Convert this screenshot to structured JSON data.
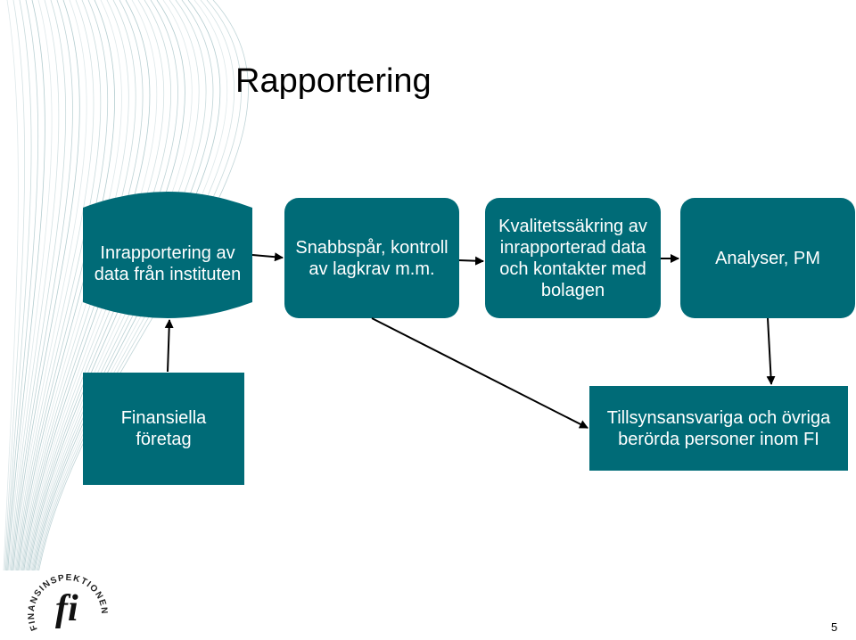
{
  "slide": {
    "title": "Rapportering",
    "page_number": "5"
  },
  "nodes": {
    "inrapportering": {
      "line1": "Inrapportering av",
      "line2": "data från instituten"
    },
    "snabbspar": {
      "line1": "Snabbspår, kontroll",
      "line2": "av lagkrav m.m."
    },
    "kvalitet": {
      "line1": "Kvalitetssäkring av",
      "line2": "inrapporterad data",
      "line3": "och kontakter med",
      "line4": "bolagen"
    },
    "analyser": {
      "line1": "Analyser, PM"
    },
    "finansiella": {
      "line1": "Finansiella",
      "line2": "företag"
    },
    "tillsyn": {
      "line1": "Tillsynsansvariga och övriga",
      "line2": "berörda personer inom FI"
    }
  },
  "logo": {
    "arc_text": "FINANSINSPEKTIONEN",
    "mark": "fi"
  },
  "colors": {
    "box_fill": "#006b77",
    "box_text": "#ffffff",
    "arrow": "#000000",
    "decor_lines": "#7aa5ab"
  }
}
